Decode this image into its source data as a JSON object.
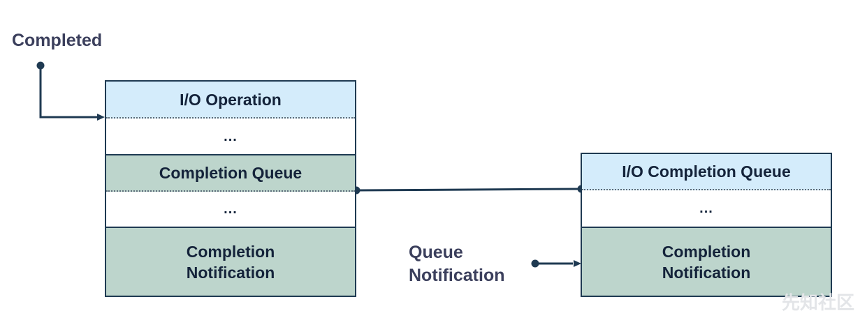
{
  "labels": {
    "completed": "Completed",
    "queue_notification_line1": "Queue",
    "queue_notification_line2": "Notification"
  },
  "left_box": {
    "rows": [
      {
        "text": "I/O Operation",
        "style": "blue"
      },
      {
        "text": "...",
        "style": "white"
      },
      {
        "text": "Completion Queue",
        "style": "green"
      },
      {
        "text": "...",
        "style": "white"
      },
      {
        "text_line1": "Completion",
        "text_line2": "Notification",
        "style": "green"
      }
    ]
  },
  "right_box": {
    "rows": [
      {
        "text": "I/O Completion Queue",
        "style": "blue"
      },
      {
        "text": "...",
        "style": "white"
      },
      {
        "text_line1": "Completion",
        "text_line2": "Notification",
        "style": "green"
      }
    ]
  },
  "watermark": "先知社区",
  "colors": {
    "blue_fill": "#d4ecfb",
    "green_fill": "#bdd5cc",
    "border": "#1f3a52",
    "label_text": "#3b3f5c"
  }
}
